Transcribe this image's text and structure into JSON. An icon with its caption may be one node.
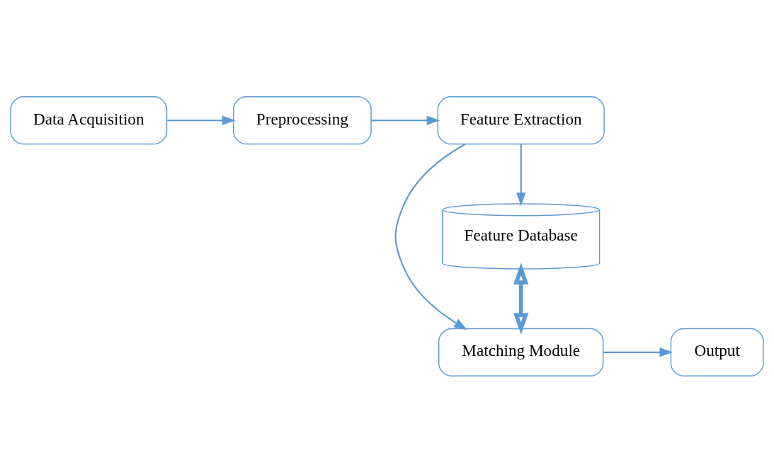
{
  "diagram": {
    "nodes": [
      {
        "text": [
          "Feature Database"
        ]
      },
      {
        "text": [
          "Data Acquisition"
        ]
      },
      {
        "text": [
          "Preprocessing"
        ]
      },
      {
        "text": [
          "Feature Extraction"
        ]
      },
      {
        "text": [
          "Output"
        ]
      },
      {
        "text": [
          "Matching Module"
        ]
      }
    ],
    "edges": [
      {
        "from": 1,
        "to": 2,
        "arrow": "to"
      },
      {
        "from": 2,
        "to": 3,
        "arrow": "to"
      },
      {
        "from": 3,
        "to": 0,
        "arrow": "to"
      },
      {
        "from": 3,
        "to": 5,
        "arrow": "to"
      },
      {
        "from": 5,
        "to": 4,
        "arrow": "to"
      },
      {
        "from": 0,
        "to": 5,
        "arrow": "both",
        "style": "thick"
      }
    ]
  }
}
